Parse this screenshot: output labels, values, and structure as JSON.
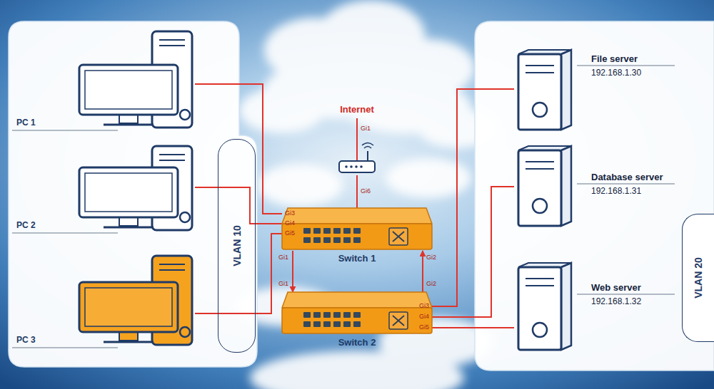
{
  "diagram": {
    "nodes": [
      {
        "text": [
          "PC 1"
        ]
      },
      {
        "text": [
          "PC 2"
        ]
      },
      {
        "text": [
          "PC 3"
        ]
      },
      {
        "text": [
          "VLAN 10"
        ]
      },
      {
        "text": [
          "Internet"
        ]
      },
      {
        "text": [
          "Switch 1"
        ]
      },
      {
        "text": [
          "Switch 2"
        ]
      },
      {
        "text": [
          "File server",
          "192.168.1.30"
        ]
      },
      {
        "text": [
          "Database server",
          "192.168.1.31"
        ]
      },
      {
        "text": [
          "Web server",
          "192.168.1.32"
        ]
      },
      {
        "text": [
          "VLAN 20"
        ]
      }
    ],
    "edges": [
      {
        "from": 0,
        "to": 5,
        "arrow": "none"
      },
      {
        "from": 1,
        "to": 5,
        "arrow": "none"
      },
      {
        "from": 2,
        "to": 5,
        "arrow": "none"
      },
      {
        "from": 4,
        "to": 5,
        "arrow": "none"
      },
      {
        "from": 5,
        "to": 6,
        "arrow": "to"
      },
      {
        "from": 6,
        "to": 5,
        "arrow": "to"
      },
      {
        "from": 6,
        "to": 7,
        "arrow": "none"
      },
      {
        "from": 6,
        "to": 8,
        "arrow": "none"
      },
      {
        "from": 6,
        "to": 9,
        "arrow": "none"
      }
    ],
    "labels": [
      "Gi1",
      "Gi6",
      "Gi3",
      "Gi4",
      "Gi5",
      "Gi1",
      "Gi1",
      "Gi2",
      "Gi2",
      "Gi3",
      "Gi4",
      "Gi5"
    ]
  }
}
